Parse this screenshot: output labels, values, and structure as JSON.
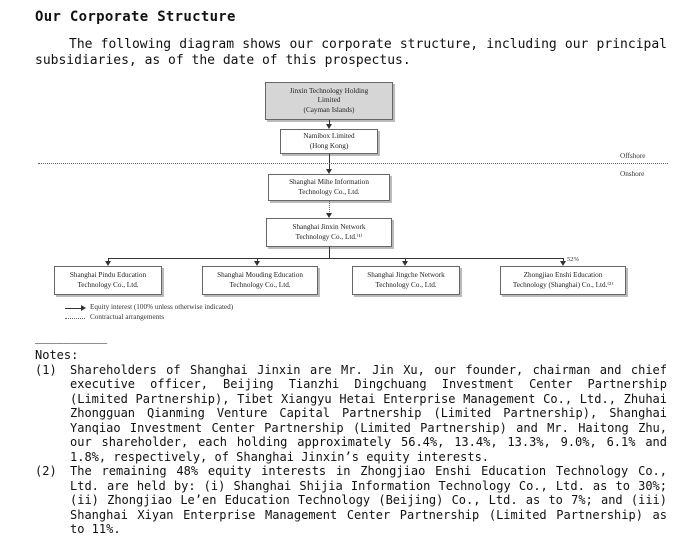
{
  "heading": "Our Corporate Structure",
  "intro": "The following diagram shows our corporate structure, including our principal subsidiaries, as of the date of this prospectus.",
  "diagram": {
    "top_entity": [
      "Jinxin Technology Holding",
      "Limited",
      "(Cayman Islands)"
    ],
    "namibox": [
      "Namibox Limited",
      "(Hong Kong)"
    ],
    "offshore_label": "Offshore",
    "onshore_label": "Onshore",
    "mihe": [
      "Shanghai Mihe Information",
      "Technology Co., Ltd."
    ],
    "jinxin_network": [
      "Shanghai Jinxin Network",
      "Technology Co., Ltd.⁽¹⁾"
    ],
    "subsidiaries": [
      [
        "Shanghai Pindu Education",
        "Technology Co., Ltd."
      ],
      [
        "Shanghai Mouding Education",
        "Technology Co., Ltd."
      ],
      [
        "Shanghai Jingche Network",
        "Technology Co., Ltd."
      ],
      [
        "Zhongjiao Enshi Education",
        "Technology (Shanghai) Co., Ltd.⁽²⁾"
      ]
    ],
    "pct_label": "52%",
    "legend_equity": "Equity interest (100% unless otherwise indicated)",
    "legend_contract": "Contractual arrangements"
  },
  "separator": "__________",
  "notes_label": "Notes:",
  "notes": [
    {
      "num": "(1)",
      "text": "Shareholders of Shanghai Jinxin are Mr. Jin Xu, our founder, chairman and chief executive officer, Beijing Tianzhi Dingchuang Investment Center Partnership (Limited Partnership), Tibet Xiangyu Hetai Enterprise Management Co., Ltd., Zhuhai Zhongguan Qianming Venture Capital Partnership (Limited Partnership), Shanghai Yanqiao Investment Center Partnership (Limited Partnership) and Mr. Haitong Zhu, our shareholder, each holding approximately 56.4%, 13.4%, 13.3%, 9.0%, 6.1% and 1.8%, respectively, of Shanghai Jinxin’s equity interests."
    },
    {
      "num": "(2)",
      "text": "The remaining 48% equity interests in Zhongjiao Enshi Education Technology Co., Ltd. are held by: (i) Shanghai Shijia Information Technology Co., Ltd. as to 30%; (ii) Zhongjiao Le’en Education Technology (Beijing) Co., Ltd. as to 7%; and (iii) Shanghai Xiyan Enterprise Management Center Partnership (Limited Partnership) as to 11%."
    }
  ]
}
